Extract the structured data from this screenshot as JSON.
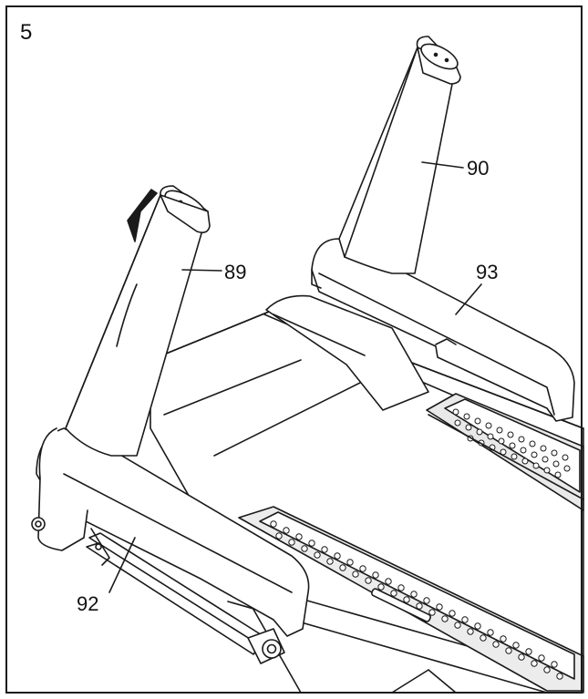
{
  "step_number": "5",
  "callouts": {
    "upright_right": "90",
    "upright_left": "89",
    "base_cover_right": "93",
    "base_cover_left": "92"
  },
  "colors": {
    "line": "#1a1a1a",
    "shade": "#b9b9b9",
    "fill": "#ffffff"
  }
}
